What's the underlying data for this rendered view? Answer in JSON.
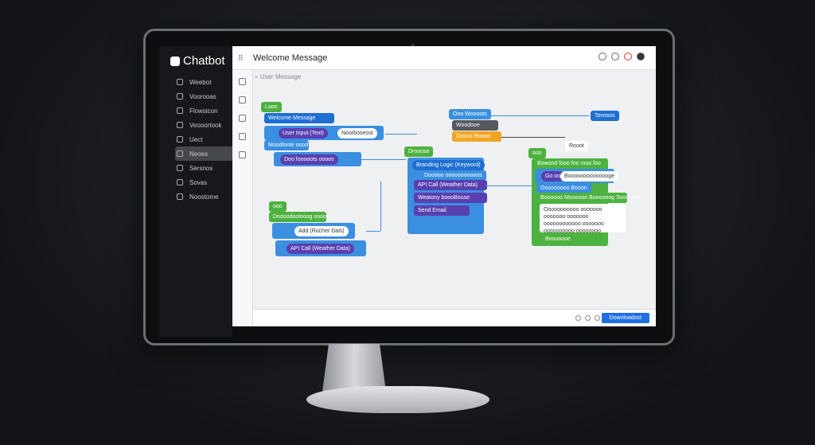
{
  "app": {
    "name": "Chatbot"
  },
  "sidebar": {
    "items": [
      {
        "label": "Weebot",
        "icon": "globe-icon"
      },
      {
        "label": "Voorooas",
        "icon": "monitor-icon"
      },
      {
        "label": "Flowsicon",
        "icon": "flow-icon"
      },
      {
        "label": "Veooortook",
        "icon": "checkbox-icon"
      },
      {
        "label": "Uect",
        "icon": "user-icon"
      },
      {
        "label": "Neoes",
        "icon": "user-group-icon",
        "active": true
      },
      {
        "label": "Sersnos",
        "icon": "bell-icon"
      },
      {
        "label": "Sovas",
        "icon": "settings-icon"
      },
      {
        "label": "Noostome",
        "icon": "home-icon"
      }
    ]
  },
  "header": {
    "title": "Welcome Message"
  },
  "search": {
    "placeholder": "User Message"
  },
  "canvas": {
    "welcome": {
      "tag": "Loon",
      "title": "Welcome Message",
      "input": "User Input (Text)",
      "value": "Noorboseost",
      "sub": "Moodloote oood",
      "action": "Doo fooooots oooos"
    },
    "api": {
      "tag": "ooo",
      "title": "Doooodoolooog ooooo",
      "item1": "Add (Rucher Dals)",
      "item2": "API Call (Weather Data)"
    },
    "branch": {
      "tag": "Drooose",
      "title": "Branding Logic (Keyword)",
      "sub": "Dooooo ooooooooooos",
      "item1": "API Call (Weather Data)",
      "item2": "Weatony boooBouse",
      "item3": "Send Email"
    },
    "stack": {
      "title": "Ooo Woooots",
      "item1": "Woodooe",
      "item2": "Oooco Roooo"
    },
    "right": {
      "tag": "ooo",
      "title": "Bowond fooo foo muo foo",
      "chip": "Go oo",
      "value": "Boooooooooooooge",
      "sub": "Ooooooooo Booon",
      "text": "Boooooo Moooooo Boooooog Sooo ooo...",
      "para": "Ooooooooooo ooooooo ooooooo ooooooo oooooooooooo ooooooo oooooooooo oooooooo",
      "foot": "Booooooe"
    },
    "textbox": {
      "label": "Tovosos"
    },
    "note": "Rooot"
  },
  "footer": {
    "download": "Downloadost"
  },
  "colors": {
    "green": "#4db13f",
    "blue": "#3b8fe0",
    "purple": "#5a3fb0",
    "yellow": "#f0a622",
    "accent": "#1f6fe0"
  }
}
